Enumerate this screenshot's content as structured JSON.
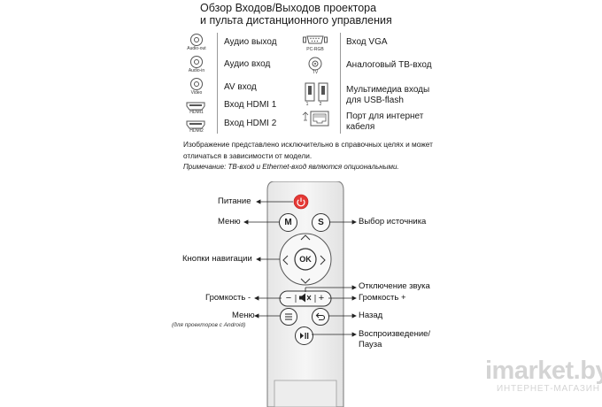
{
  "header": {
    "title_line1": "Обзор Входов/Выходов проектора",
    "title_line2": "и пульта дистанционного управления"
  },
  "ports": {
    "left": [
      {
        "icon": "audio-jack-icon",
        "caption": "Audio-out",
        "label": "Аудио выход"
      },
      {
        "icon": "audio-jack-icon",
        "caption": "Audio-in",
        "label": "Аудио вход"
      },
      {
        "icon": "av-jack-icon",
        "caption": "Video",
        "label": "AV вход"
      },
      {
        "icon": "hdmi-port-icon",
        "caption": "HDMI1",
        "label": "Вход HDMI 1"
      },
      {
        "icon": "hdmi-port-icon",
        "caption": "HDMI2",
        "label": "Вход HDMI 2"
      }
    ],
    "right": [
      {
        "icon": "vga-port-icon",
        "caption": "PC-RGB",
        "label": "Вход VGA"
      },
      {
        "icon": "tv-antenna-icon",
        "caption": "TV",
        "label": "Аналоговый ТВ-вход"
      },
      {
        "icon": "usb-port-icon",
        "caption_a": "1",
        "caption_b": "2",
        "label_line1": "Мультимедиа входы",
        "label_line2": "для USB-flash"
      },
      {
        "icon": "ethernet-port-icon",
        "label_line1": "Порт для интернет",
        "label_line2": "кабеля"
      }
    ]
  },
  "notes": {
    "disclaimer_line1": "Изображение представлено исключительно в справочных целях и может",
    "disclaimer_line2": "отличаться в зависимости от модели.",
    "remark": "Примечание: ТВ-вход и Ethernet-вход являются опциональными."
  },
  "remote": {
    "buttons": {
      "power": "power-icon",
      "menu": "M",
      "source": "S",
      "ok": "OK",
      "vol_minus": "−",
      "mute": "mute-icon",
      "vol_plus": "+",
      "list": "list-icon",
      "back": "back-icon",
      "play_pause": "play-pause-icon"
    },
    "callouts": {
      "power": "Питание",
      "menu": "Меню",
      "source": "Выбор источника",
      "nav": "Кнопки навигации",
      "mute": "Отключение звука",
      "vol_minus": "Громкость -",
      "vol_plus": "Громкость +",
      "menu_android": "Меню",
      "menu_android_note": "(для проекторов с Android)",
      "back": "Назад",
      "play_line1": "Воспроизведение/",
      "play_line2": "Пауза"
    },
    "colors": {
      "power": "#e53935",
      "body": "#f1f1f1"
    }
  },
  "watermark": {
    "brand": "imarket.by",
    "tagline": "ИНТЕРНЕТ-МАГАЗИН"
  }
}
